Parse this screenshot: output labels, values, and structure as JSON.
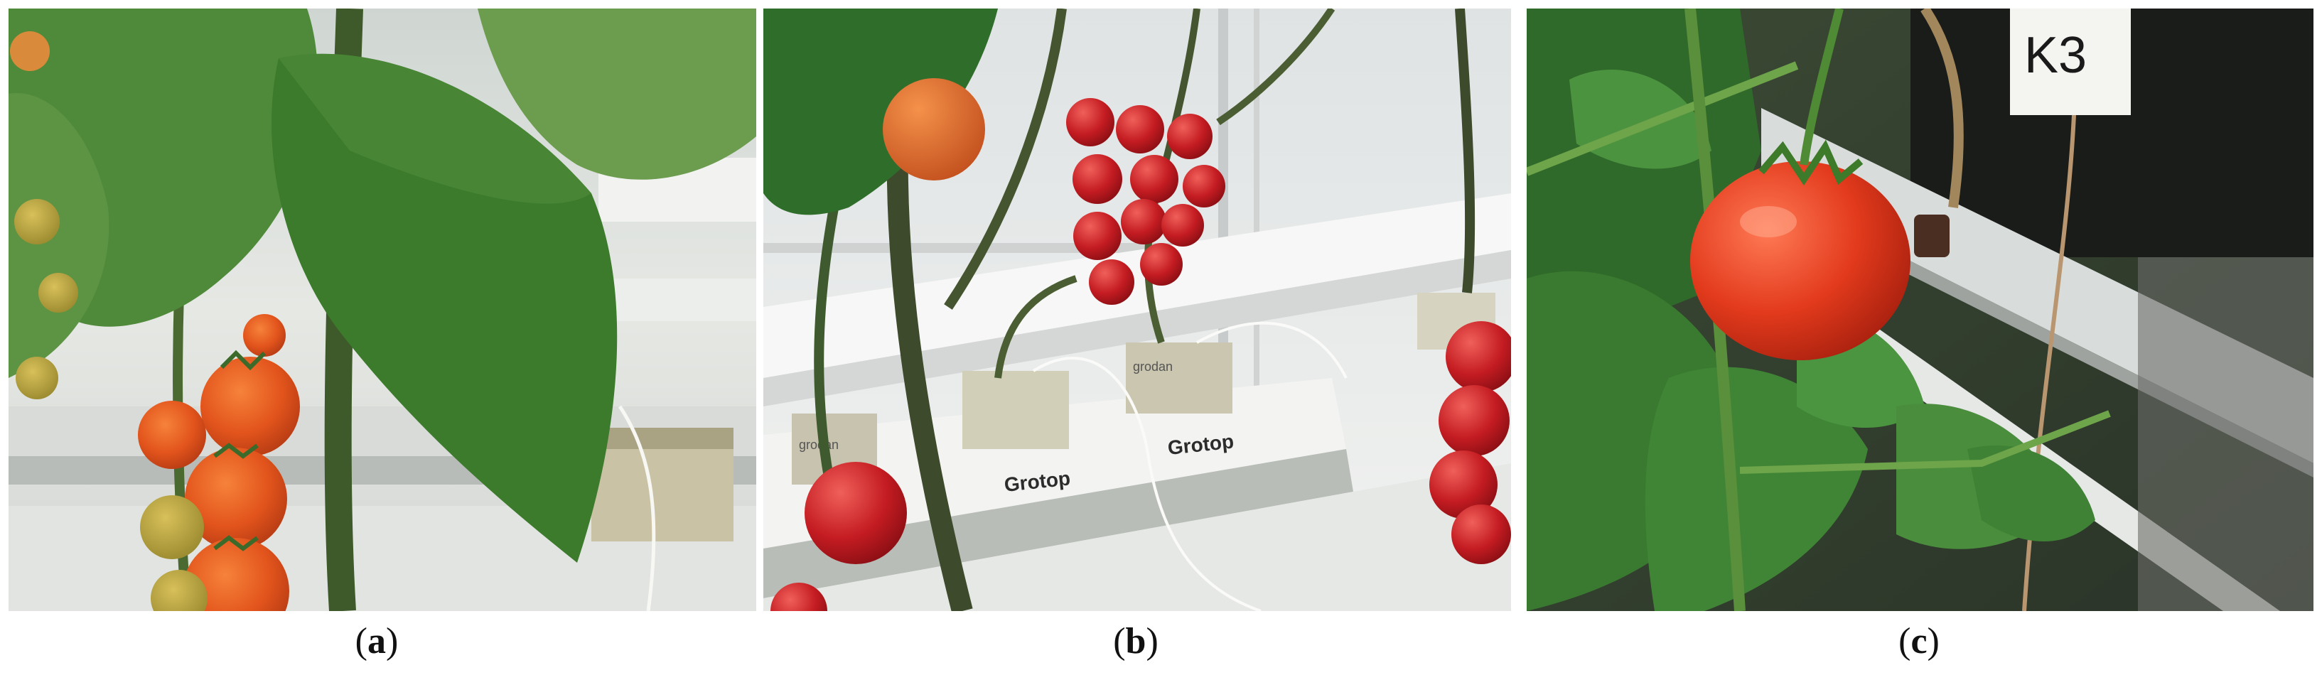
{
  "figure": {
    "panels": [
      {
        "id": "a",
        "open": "(",
        "letter": "a",
        "close": ")"
      },
      {
        "id": "b",
        "open": "(",
        "letter": "b",
        "close": ")"
      },
      {
        "id": "c",
        "open": "(",
        "letter": "c",
        "close": ")"
      }
    ],
    "in_image_text": {
      "grotop_1": "Grotop",
      "grotop_2": "Grotop",
      "grodan_1": "grodan",
      "grodan_2": "grodan",
      "tag": "K3"
    }
  }
}
